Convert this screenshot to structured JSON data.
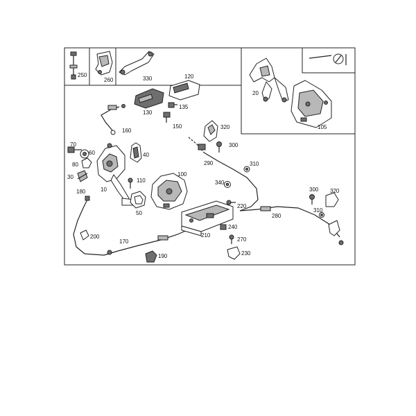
{
  "diagram": {
    "inset_labels": {
      "screw": "250",
      "bracket": "260",
      "lever": "330"
    },
    "upper_right_labels": {
      "pedal_assembly": "20",
      "cover": "105"
    },
    "part_labels": {
      "p120": "120",
      "p130": "130",
      "p135": "135",
      "p150": "150",
      "p160": "160",
      "p320a": "320",
      "p300a": "300",
      "p290": "290",
      "p70": "70",
      "p60": "60",
      "p80": "80",
      "p40": "40",
      "p100": "100",
      "p310a": "310",
      "p30": "30",
      "p10": "10",
      "p110": "110",
      "p340": "340",
      "p180": "180",
      "p50": "50",
      "p220": "220",
      "p300b": "300",
      "p320b": "320",
      "p280": "280",
      "p310b": "310",
      "p240": "240",
      "p210": "210",
      "p200": "200",
      "p270": "270",
      "p170": "170",
      "p230": "230",
      "p190": "190"
    }
  }
}
